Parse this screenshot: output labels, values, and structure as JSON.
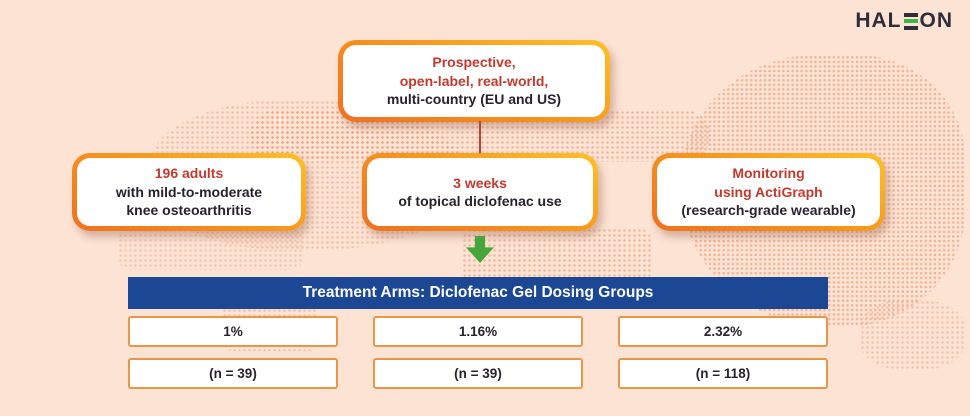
{
  "logo": {
    "part1": "HAL",
    "part2": "ON"
  },
  "study": {
    "design": {
      "accent1": "Prospective,",
      "accent2": "open-label, real-world,",
      "plain": "multi-country (EU and US)"
    },
    "population": {
      "accent": "196 adults",
      "plain1": "with mild-to-moderate",
      "plain2": "knee osteoarthritis"
    },
    "duration": {
      "accent": "3 weeks",
      "plain": "of topical diclofenac use"
    },
    "monitoring": {
      "accent1": "Monitoring",
      "accent2": "using ActiGraph",
      "plain": "(research-grade wearable)"
    }
  },
  "treatment_arms": {
    "banner": "Treatment Arms: Diclofenac Gel Dosing Groups",
    "groups": [
      {
        "dose": "1%",
        "n": "(n = 39)"
      },
      {
        "dose": "1.16%",
        "n": "(n = 39)"
      },
      {
        "dose": "2.32%",
        "n": "(n = 118)"
      }
    ]
  },
  "colors": {
    "accent_red": "#c23a2d",
    "banner_blue": "#1b4794",
    "arrow_green": "#45a63b",
    "border_orange": "#f2881f",
    "background_peach": "#fce3d4",
    "logo_green": "#3cb649"
  }
}
